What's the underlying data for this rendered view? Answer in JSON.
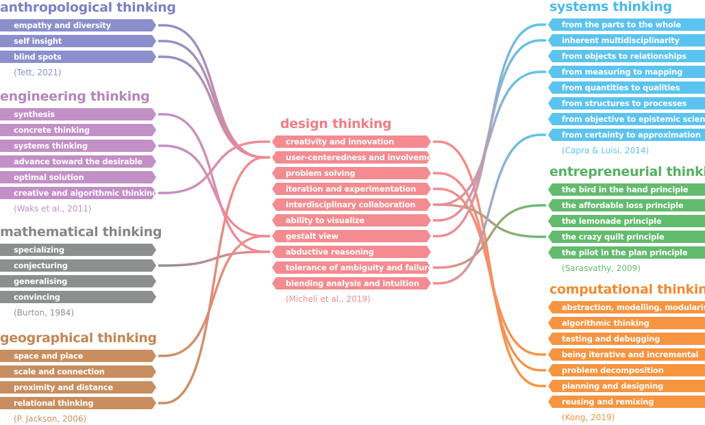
{
  "groups": [
    {
      "id": "anthro",
      "side": "left",
      "title": "anthropological thinking",
      "color": "#8b8fcc",
      "title_color": "#7b80c6",
      "items": [
        "empathy and diversity",
        "self insight",
        "blind spots"
      ],
      "citation": "(Tett, 2021)"
    },
    {
      "id": "eng",
      "side": "left",
      "title": "engineering thinking",
      "color": "#c28fc6",
      "title_color": "#b785bd",
      "items": [
        "synthesis",
        "concrete thinking",
        "systems thinking",
        "advance toward the desirable",
        "optimal solution",
        "creative and algorithmic thinking"
      ],
      "citation": "(Waks et al., 2011)"
    },
    {
      "id": "math",
      "side": "left",
      "title": "mathematical thinking",
      "color": "#8d8f8f",
      "title_color": "#858787",
      "items": [
        "specializing",
        "conjecturing",
        "generalising",
        "convincing"
      ],
      "citation": "(Burton, 1984)"
    },
    {
      "id": "geo",
      "side": "left",
      "title": "geographical thinking",
      "color": "#c98e5f",
      "title_color": "#c48654",
      "items": [
        "space and place",
        "scale and connection",
        "proximity and distance",
        "relational thinking"
      ],
      "citation": "(P. Jackson, 2006)"
    },
    {
      "id": "design",
      "side": "mid",
      "title": "design thinking",
      "color": "#f38b90",
      "title_color": "#f07f85",
      "items": [
        "creativity and innovation",
        "user-centeredness and involvement",
        "problem solving",
        "iteration and experimentation",
        "interdisciplinary collaboration",
        "ability to visualize",
        "gestalt view",
        "abductive reasoning",
        "tolerance of ambiguity and failure",
        "blending analysis and intuition"
      ],
      "citation": "(Micheli et al., 2019)"
    },
    {
      "id": "sys",
      "side": "right",
      "title": "systems thinking",
      "color": "#5bc3ef",
      "title_color": "#48b9ea",
      "items": [
        "from the parts to the whole",
        "inherent multidisciplinarity",
        "from objects to relationships",
        "from measuring to mapping",
        "from quantities to qualities",
        "from structures to processes",
        "from objective to epistemic science",
        "from certainty to approximation"
      ],
      "citation": "(Capra & Luisi, 2014)"
    },
    {
      "id": "entre",
      "side": "right",
      "title": "entrepreneurial thinking",
      "color": "#63bb6d",
      "title_color": "#55b260",
      "items": [
        "the bird in the hand principle",
        "the affordable loss principle",
        "the lemonade principle",
        "the crazy quilt principle",
        "the pilot in the plan principle"
      ],
      "citation": "(Sarasvathy, 2009)"
    },
    {
      "id": "comp",
      "side": "right",
      "title": "computational thinking",
      "color": "#f69440",
      "title_color": "#f38a30",
      "items": [
        "abstraction, modelling, modularising",
        "algorithmic thinking",
        "testing and debugging",
        "being iterative and incremental",
        "problem decomposition",
        "planning and designing",
        "reusing and remixing"
      ],
      "citation": "(Kong, 2019)"
    }
  ],
  "links_in": [
    [
      "anthro",
      0,
      "design",
      1
    ],
    [
      "anthro",
      1,
      "design",
      1
    ],
    [
      "anthro",
      2,
      "design",
      1
    ],
    [
      "eng",
      0,
      "design",
      7
    ],
    [
      "eng",
      2,
      "design",
      6
    ],
    [
      "eng",
      5,
      "design",
      0
    ],
    [
      "math",
      1,
      "design",
      7
    ],
    [
      "geo",
      0,
      "design",
      6
    ],
    [
      "geo",
      3,
      "design",
      1
    ]
  ],
  "links_out": [
    [
      "design",
      0,
      "comp",
      5
    ],
    [
      "design",
      2,
      "comp",
      4
    ],
    [
      "design",
      3,
      "comp",
      3
    ],
    [
      "design",
      4,
      "sys",
      3
    ],
    [
      "design",
      4,
      "entre",
      3
    ],
    [
      "design",
      5,
      "sys",
      1
    ],
    [
      "design",
      6,
      "sys",
      0
    ],
    [
      "design",
      8,
      "entre",
      1
    ],
    [
      "design",
      9,
      "sys",
      7
    ]
  ]
}
